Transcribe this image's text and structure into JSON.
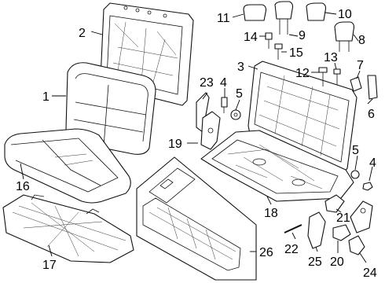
{
  "diagram": {
    "callouts": [
      {
        "id": "1",
        "text": "1"
      },
      {
        "id": "2",
        "text": "2"
      },
      {
        "id": "3",
        "text": "3"
      },
      {
        "id": "4a",
        "text": "4"
      },
      {
        "id": "4b",
        "text": "4"
      },
      {
        "id": "5a",
        "text": "5"
      },
      {
        "id": "5b",
        "text": "5"
      },
      {
        "id": "6",
        "text": "6"
      },
      {
        "id": "7",
        "text": "7"
      },
      {
        "id": "8",
        "text": "8"
      },
      {
        "id": "9",
        "text": "9"
      },
      {
        "id": "10",
        "text": "10"
      },
      {
        "id": "11",
        "text": "11"
      },
      {
        "id": "12",
        "text": "12"
      },
      {
        "id": "13",
        "text": "13"
      },
      {
        "id": "14",
        "text": "14"
      },
      {
        "id": "15",
        "text": "15"
      },
      {
        "id": "16",
        "text": "16"
      },
      {
        "id": "17",
        "text": "17"
      },
      {
        "id": "18",
        "text": "18"
      },
      {
        "id": "19",
        "text": "19"
      },
      {
        "id": "20",
        "text": "20"
      },
      {
        "id": "21",
        "text": "21"
      },
      {
        "id": "22",
        "text": "22"
      },
      {
        "id": "23",
        "text": "23"
      },
      {
        "id": "24",
        "text": "24"
      },
      {
        "id": "25",
        "text": "25"
      },
      {
        "id": "26",
        "text": "26"
      }
    ]
  }
}
